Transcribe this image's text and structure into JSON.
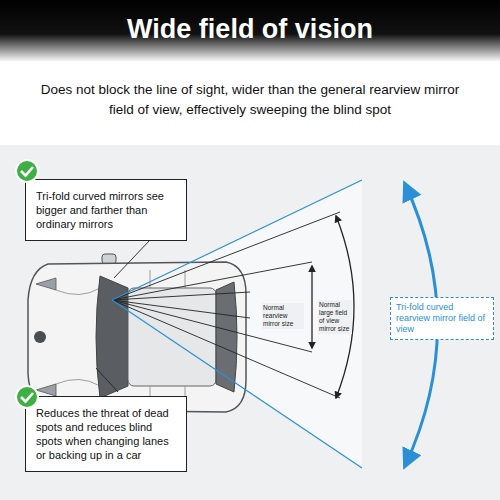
{
  "diagram": {
    "title": "Wide field of vision",
    "nodes": [
      {
        "text": [
          "Tri-fold curved mirrors see bigger and farther than ordinary mirrors"
        ]
      },
      {
        "text": [
          "Tri-fold curved rearview mirror field of view"
        ]
      },
      {
        "text": [
          "Reduces the threat of dead spots and reduces blind spots when changing lanes or backing up in a car"
        ]
      }
    ],
    "labels": [
      "Does not block the line of sight, wider than the general rearview mirror field of view, effectively sweeping the blind spot",
      "Normal rearview mirror size",
      "Normal large field of view mirror size"
    ]
  }
}
